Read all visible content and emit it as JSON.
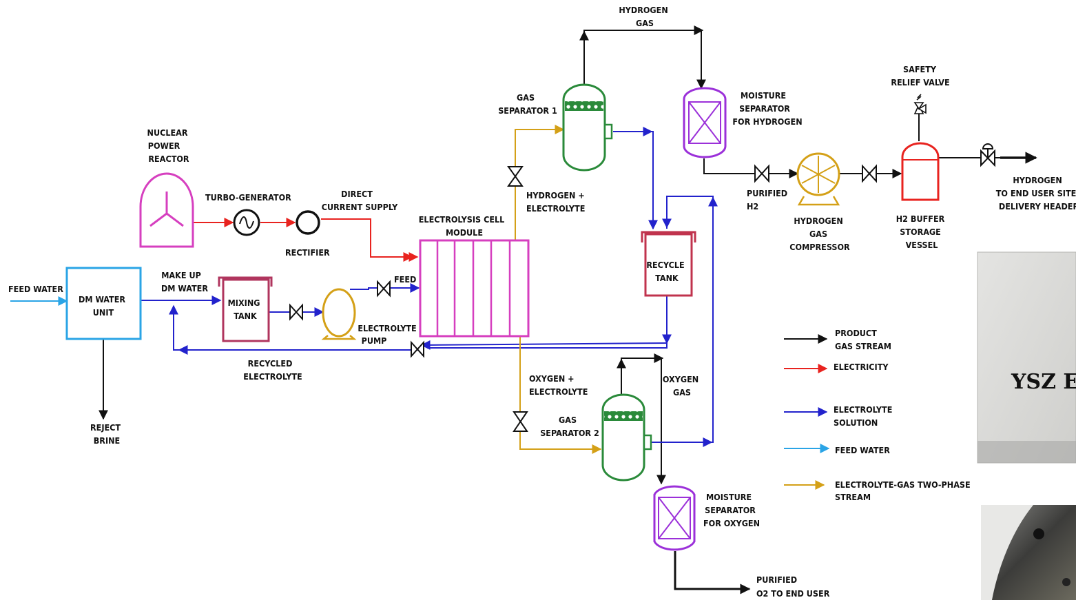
{
  "colors": {
    "product_gas": "#111111",
    "electricity": "#e8231f",
    "electrolyte": "#2222cc",
    "feed_water": "#2aa4e6",
    "two_phase": "#d4a017",
    "reactor": "#d63fbf",
    "dm_unit": "#2aa4e6",
    "mixing_tank": "#b0355e",
    "pump": "#d4a017",
    "cell_module": "#d63fbf",
    "gas_separator": "#2a8a3a",
    "moisture_separator": "#9b30d9",
    "recycle_tank": "#c0334d",
    "compressor": "#d4a017",
    "buffer_vessel": "#e8231f"
  },
  "labels": {
    "feed_water": "FEED WATER",
    "dm_water_unit": [
      "DM WATER",
      "UNIT"
    ],
    "reject_brine": [
      "REJECT",
      "BRINE"
    ],
    "make_up_dm_water": [
      "MAKE UP",
      "DM WATER"
    ],
    "mixing_tank": [
      "MIXING",
      "TANK"
    ],
    "electrolyte_pump": [
      "ELECTROLYTE",
      "PUMP"
    ],
    "feed": "FEED",
    "recycled_electrolyte": [
      "RECYCLED",
      "ELECTROLYTE"
    ],
    "nuclear_power_reactor": [
      "NUCLEAR",
      "POWER",
      "REACTOR"
    ],
    "turbo_generator": "TURBO-GENERATOR",
    "rectifier": "RECTIFIER",
    "direct_current_supply": [
      "DIRECT",
      "CURRENT SUPPLY"
    ],
    "electrolysis_cell_module": [
      "ELECTROLYSIS CELL",
      "MODULE"
    ],
    "hydrogen_electrolyte": [
      "HYDROGEN +",
      "ELECTROLYTE"
    ],
    "gas_separator_1": [
      "GAS",
      "SEPARATOR 1"
    ],
    "hydrogen_gas": [
      "HYDROGEN",
      "GAS"
    ],
    "moisture_separator_h2": [
      "MOISTURE",
      "SEPARATOR",
      "FOR HYDROGEN"
    ],
    "recycle_tank": [
      "RECYCLE",
      "TANK"
    ],
    "purified_h2": [
      "PURIFIED",
      "H2"
    ],
    "hydrogen_gas_compressor": [
      "HYDROGEN",
      "GAS",
      "COMPRESSOR"
    ],
    "safety_relief_valve": [
      "SAFETY",
      "RELIEF VALVE"
    ],
    "h2_buffer_storage_vessel": [
      "H2 BUFFER",
      "STORAGE",
      "VESSEL"
    ],
    "hydrogen_to_end_user": [
      "HYDROGEN",
      "TO END USER SITE",
      "DELIVERY HEADER"
    ],
    "oxygen_electrolyte": [
      "OXYGEN +",
      "ELECTROLYTE"
    ],
    "gas_separator_2": [
      "GAS",
      "SEPARATOR 2"
    ],
    "oxygen_gas": [
      "OXYGEN",
      "GAS"
    ],
    "moisture_separator_o2": [
      "MOISTURE",
      "SEPARATOR",
      "FOR OXYGEN"
    ],
    "purified_o2": [
      "PURIFIED",
      "O2 TO END USER"
    ]
  },
  "legend": [
    {
      "key": "product_gas",
      "label": [
        "PRODUCT",
        "GAS STREAM"
      ]
    },
    {
      "key": "electricity",
      "label": [
        "ELECTRICITY"
      ]
    },
    {
      "key": "electrolyte",
      "label": [
        "ELECTROLYTE",
        "SOLUTION"
      ]
    },
    {
      "key": "feed_water",
      "label": [
        "FEED WATER"
      ]
    },
    {
      "key": "two_phase",
      "label": [
        "ELECTROLYTE-GAS TWO-PHASE",
        "STREAM"
      ]
    }
  ],
  "photo": {
    "caption": "YSZ E"
  }
}
